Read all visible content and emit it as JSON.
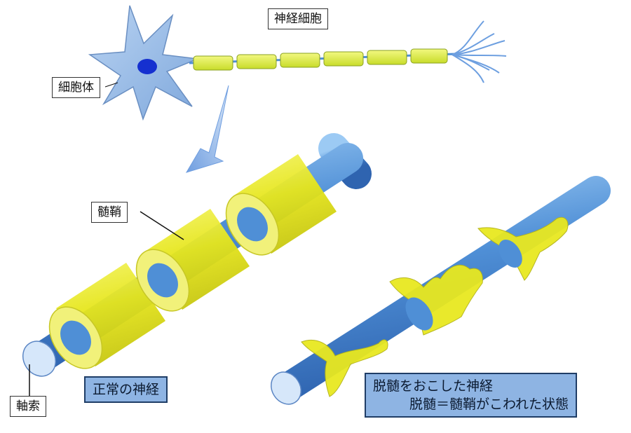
{
  "labels": {
    "neuron": "神経細胞",
    "cell_body": "細胞体",
    "myelin_sheath": "髄鞘",
    "axon": "軸索"
  },
  "captions": {
    "normal": "正常の神経",
    "demyelinated_line1": "脱髄をおこした神経",
    "demyelinated_line2": "脱髄＝髄鞘がこわれた状態"
  },
  "colors": {
    "axon_blue": "#4f8fd6",
    "myelin_yellow": "#eaea22",
    "soma_blue": "#9cc0ea",
    "nucleus": "#1530d0",
    "caption_bg": "#8eb4e3"
  }
}
